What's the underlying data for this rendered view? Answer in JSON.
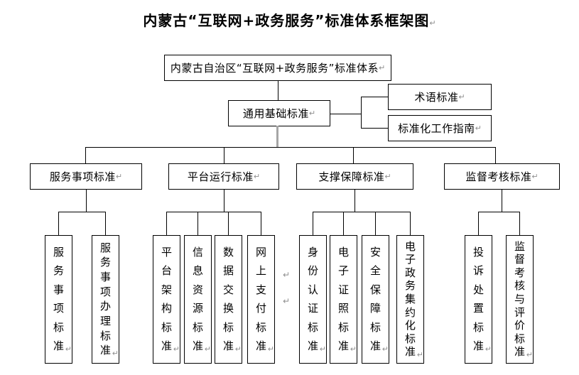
{
  "title": "内蒙古“互联网+政务服务”标准体系框架图",
  "marks": {
    "return": "↵"
  },
  "colors": {
    "line": "#000000",
    "gray_connector": "#a6a6a6",
    "mark": "#8f8f8f",
    "background": "#ffffff"
  },
  "root": {
    "label": "内蒙古自治区“互联网+政务服务”标准体系"
  },
  "general": {
    "label": "通用基础标准"
  },
  "side_boxes": [
    {
      "label": "术语标准"
    },
    {
      "label": "标准化工作指南"
    }
  ],
  "branches": [
    {
      "label": "服务事项标准",
      "children": [
        "服务事项标准",
        "服务事项办理标准"
      ]
    },
    {
      "label": "平台运行标准",
      "children": [
        "平台架构标准",
        "信息资源标准",
        "数据交换标准",
        "网上支付标准"
      ]
    },
    {
      "label": "支撑保障标准",
      "children": [
        "身份认证标准",
        "电子证照标准",
        "安全保障标准",
        "电子政务集约化标准"
      ]
    },
    {
      "label": "监督考核标准",
      "children": [
        "投诉处置标准",
        "监督考核与评价标准"
      ]
    }
  ]
}
